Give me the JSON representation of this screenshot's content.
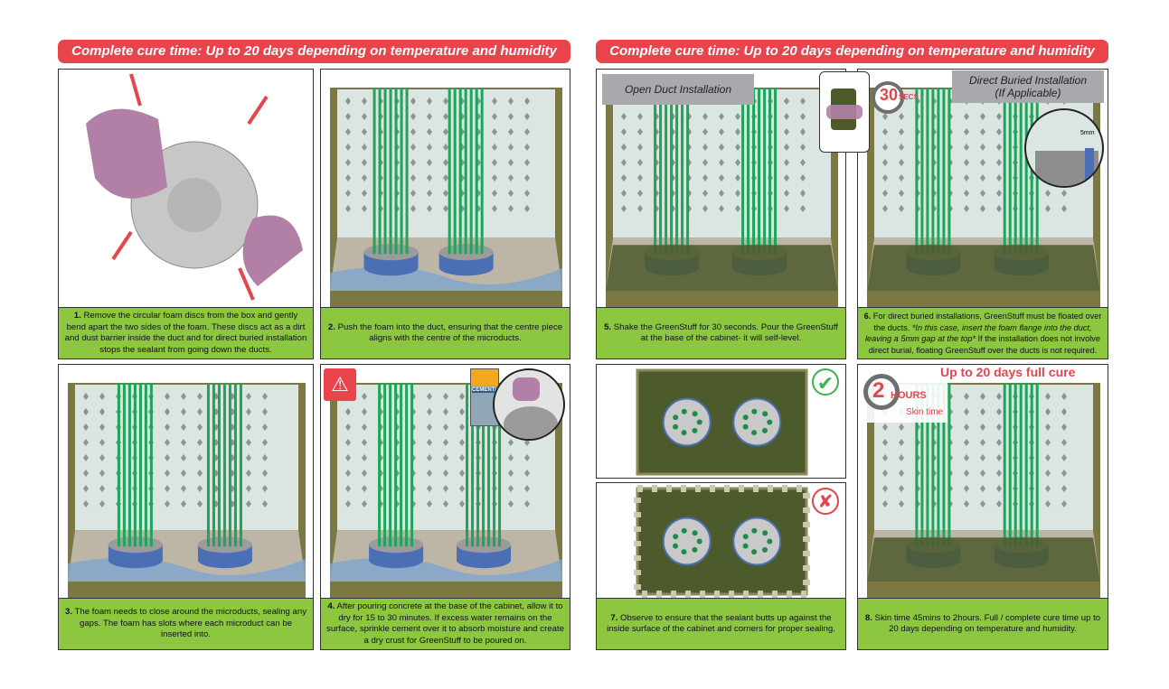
{
  "banners": {
    "left": "Complete cure time: Up to 20 days depending on temperature and humidity",
    "right": "Complete cure time: Up to 20 days depending on temperature and humidity"
  },
  "steps": [
    {
      "num": "1.",
      "text": " Remove the circular foam discs from the box and gently bend apart the two sides of the foam. These discs act as a dirt and dust barrier inside the duct and for direct buried installation stops the sealant from going down the ducts."
    },
    {
      "num": "2.",
      "text": " Push the foam into the duct, ensuring that the centre piece aligns with the centre of the microducts."
    },
    {
      "num": "3.",
      "text": " The foam needs to close around the microducts, sealing any gaps. The foam has slots where each microduct can be inserted into."
    },
    {
      "num": "4.",
      "text": " After pouring concrete at the base of the cabinet, allow it to dry for 15 to 30 minutes. If excess water remains on the surface, sprinkle cement over it to absorb moisture and create a dry crust for GreenStuff to be poured on."
    },
    {
      "num": "5.",
      "text": " Shake the GreenStuff for 30 seconds. Pour the GreenStuff at the base of the cabinet- it will self-level."
    },
    {
      "num": "6.",
      "text": " For direct buried installations, GreenStuff must be floated over the ducts. ",
      "italic": "*In this case, insert the foam flange into the duct, leaving a 5mm gap at the top*",
      "text2": " If the installation does not involve direct burial, floating GreenStuff over the ducts is not required."
    },
    {
      "num": "7.",
      "text": " Observe to ensure that the sealant butts up against the inside surface of the cabinet and corners for proper sealing."
    },
    {
      "num": "8.",
      "text": " Skin time 45mins to 2hours. Full / complete cure time up to 20 days depending on temperature and humidity."
    }
  ],
  "labels": {
    "open_duct": "Open Duct Installation",
    "direct_buried": "Direct Buried Installation",
    "if_applicable": "(If Applicable)",
    "timer_30": "30",
    "timer_30_unit": "SECS",
    "gap": "5mm",
    "cement": "CEMENT",
    "full_cure": "Up to 20 days full cure",
    "timer_2": "2",
    "timer_2_unit": "HOURS",
    "skin_time": "Skin time"
  },
  "colors": {
    "banner": "#e9434b",
    "caption": "#8dc63f",
    "greenstuff": "#4d5a2c",
    "duct": "#4a6fb5",
    "frame": "#7b7843"
  }
}
